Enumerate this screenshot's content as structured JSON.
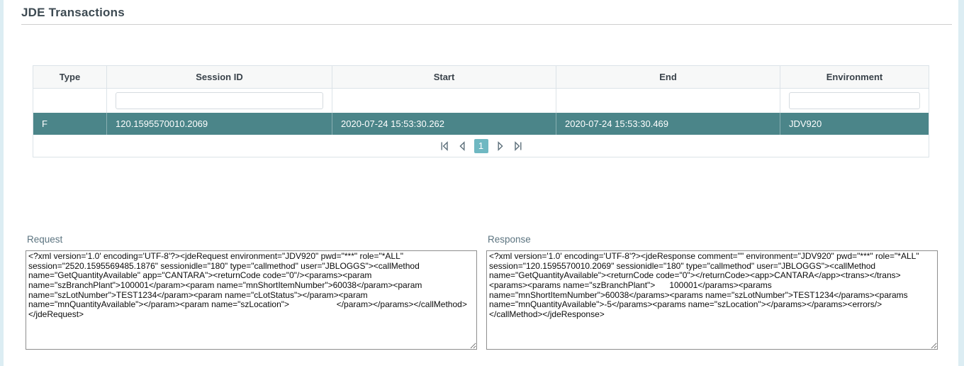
{
  "page": {
    "title": "JDE Transactions"
  },
  "table": {
    "columns": [
      "Type",
      "Session ID",
      "Start",
      "End",
      "Environment"
    ],
    "filters": {
      "session_id": "",
      "environment": ""
    },
    "row": {
      "type": "F",
      "session_id": "120.1595570010.2069",
      "start": "2020-07-24 15:53:30.262",
      "end": "2020-07-24 15:53:30.469",
      "environment": "JDV920"
    },
    "pagination": {
      "current_page": "1"
    }
  },
  "panels": {
    "request": {
      "label": "Request",
      "content": "<?xml version='1.0' encoding='UTF-8'?><jdeRequest environment=\"JDV920\" pwd=\"***\" role=\"*ALL\" session=\"2520.1595569485.1876\" sessionidle=\"180\" type=\"callmethod\" user=\"JBLOGGS\"><callMethod name=\"GetQuantityAvailable\" app=\"CANTARA\"><returnCode code=\"0\"/><params><param name=\"szBranchPlant\">100001</param><param name=\"mnShortItemNumber\">60038</param><param name=\"szLotNumber\">TEST1234</param><param name=\"cLotStatus\"></param><param name=\"mnQuantityAvailable\"></param><param name=\"szLocation\">                    </param></params></callMethod></jdeRequest>"
    },
    "response": {
      "label": "Response",
      "content": "<?xml version='1.0' encoding='UTF-8'?><jdeResponse comment=\"\" environment=\"JDV920\" pwd=\"***\" role=\"*ALL\" session=\"120.1595570010.2069\" sessionidle=\"180\" type=\"callmethod\" user=\"JBLOGGS\"><callMethod name=\"GetQuantityAvailable\"><returnCode code=\"0\"></returnCode><app>CANTARA</app><trans></trans><params><params name=\"szBranchPlant\">      100001</params><params name=\"mnShortItemNumber\">60038</params><params name=\"szLotNumber\">TEST1234</params><params name=\"mnQuantityAvailable\">-5</params><params name=\"szLocation\"></params></params><errors/></callMethod></jdeResponse>"
    }
  },
  "icons": {
    "pagination": [
      "first-page-icon",
      "previous-page-icon",
      "next-page-icon",
      "last-page-icon"
    ]
  },
  "colors": {
    "selected_row": "#4b8589",
    "pagination_active": "#6fb8c2",
    "page_margin": "#dcedf3",
    "grid_border": "#dce3e8",
    "title_text": "#3d4a52",
    "label_text": "#5c7480"
  }
}
